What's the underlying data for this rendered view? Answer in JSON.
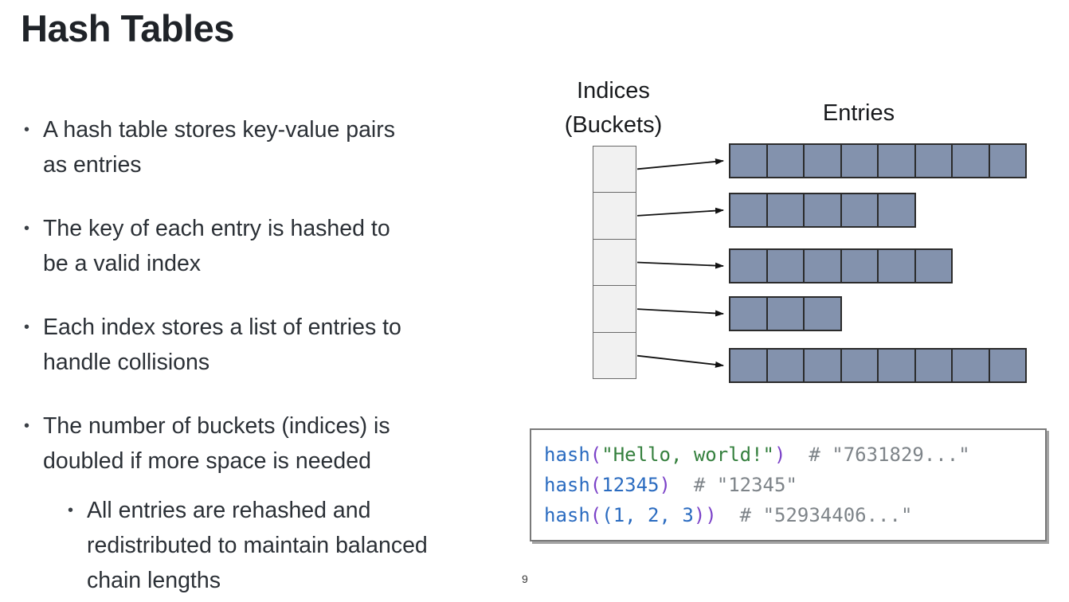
{
  "slide": {
    "title": "Hash Tables",
    "page_number": "9"
  },
  "bullets": [
    {
      "level": 1,
      "lines": [
        "A hash table stores key-value pairs",
        "as entries"
      ]
    },
    {
      "level": 1,
      "lines": [
        "The key of each entry is hashed to",
        "be a valid index"
      ]
    },
    {
      "level": 1,
      "lines": [
        "Each index stores a list of entries to",
        "handle collisions"
      ]
    },
    {
      "level": 1,
      "lines": [
        "The number of buckets (indices) is",
        "doubled if more space is needed"
      ]
    },
    {
      "level": 2,
      "lines": [
        "All entries are rehashed and",
        "redistributed to maintain balanced",
        "chain lengths"
      ]
    }
  ],
  "diagram": {
    "indices_label_line1": "Indices",
    "indices_label_line2": "(Buckets)",
    "entries_label": "Entries",
    "bucket_count": 5,
    "rows": [
      {
        "cells": 8
      },
      {
        "cells": 5
      },
      {
        "cells": 6
      },
      {
        "cells": 3
      },
      {
        "cells": 8
      }
    ],
    "colors": {
      "bucket_fill": "#f1f1f1",
      "bucket_border": "#6a6a6a",
      "entry_fill": "#8392ad",
      "entry_border": "#2b2b2b",
      "arrow": "#111111"
    }
  },
  "code_box": {
    "lines": [
      {
        "tokens": [
          [
            "hash",
            "func"
          ],
          [
            "(",
            "paren"
          ],
          [
            "\"Hello, world!\"",
            "string"
          ],
          [
            ")",
            "paren"
          ],
          [
            "  # \"7631829...\"",
            "comment"
          ]
        ]
      },
      {
        "tokens": [
          [
            "hash",
            "func"
          ],
          [
            "(",
            "paren"
          ],
          [
            "12345",
            "number"
          ],
          [
            ")",
            "paren"
          ],
          [
            "  # \"12345\"",
            "comment"
          ]
        ]
      },
      {
        "tokens": [
          [
            "hash",
            "func"
          ],
          [
            "(",
            "paren"
          ],
          [
            "(",
            "inner"
          ],
          [
            "1, 2, 3",
            "number"
          ],
          [
            "))",
            "paren"
          ],
          [
            "  # \"52934406...\"",
            "comment"
          ]
        ]
      }
    ],
    "colors": {
      "func": "#2a6bc0",
      "paren": "#7b42c8",
      "inner": "#2a6bc0",
      "number": "#2a6bc0",
      "string": "#35803e",
      "comment": "#7e8489"
    }
  }
}
